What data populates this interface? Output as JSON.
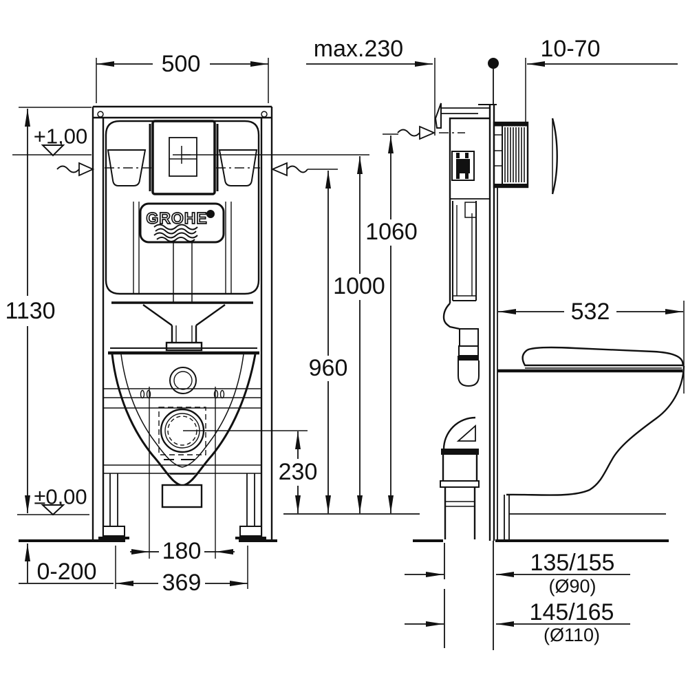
{
  "drawing": {
    "brand": {
      "logo": "GROHE"
    },
    "labels": {
      "front_width": "500",
      "frame_height": "1130",
      "meter_level": "+1,00",
      "floor_level": "±0,00",
      "foot_adjustment": "0-200",
      "outlet_bolt_spacing": "180",
      "fixing_spacing": "369",
      "outlet_height": "230",
      "supply_height": "960",
      "actuator_height": "1000",
      "frame_top_height": "1060",
      "max_front_depth": "max.230",
      "wall_finish_range": "10-70",
      "bowl_depth": "532",
      "outlet_distance_90": "135/155",
      "outlet_diameter_90": "(Ø90)",
      "outlet_distance_110": "145/165",
      "outlet_diameter_110": "(Ø110)"
    },
    "colors": {
      "ink": "#111111",
      "background": "#ffffff"
    }
  }
}
